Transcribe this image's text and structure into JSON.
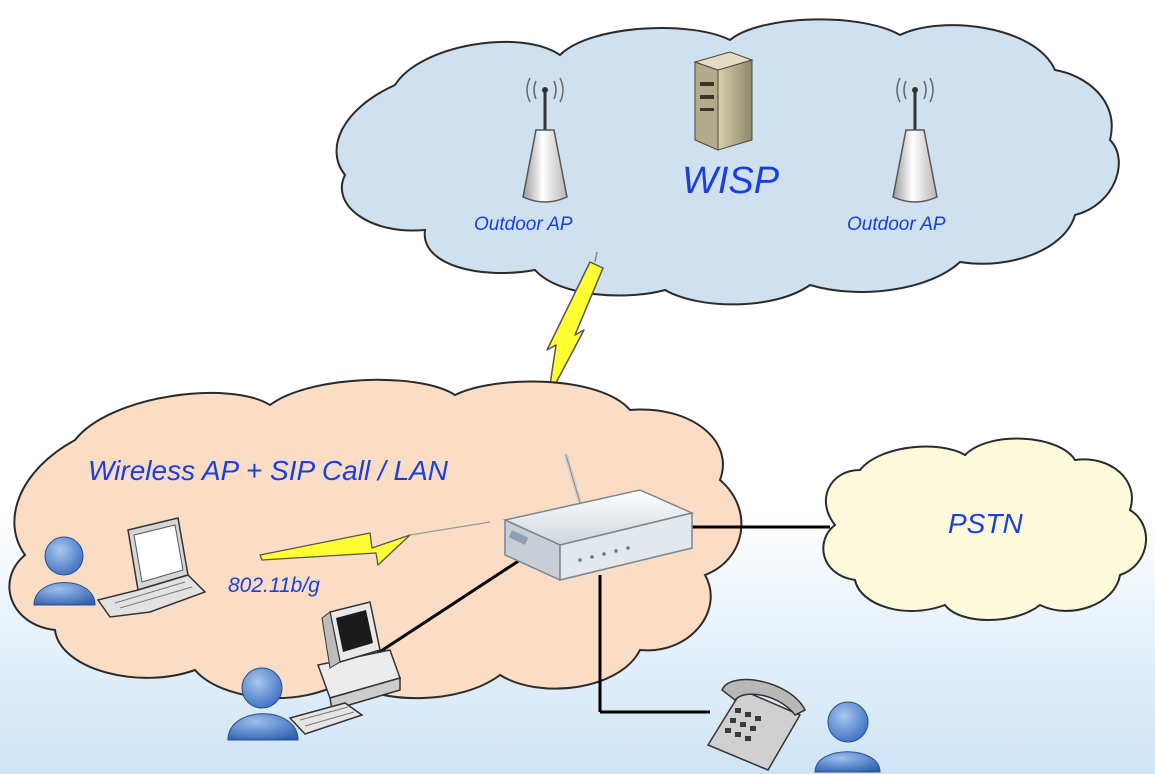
{
  "wisp": {
    "title": "WISP",
    "left_ap_label": "Outdoor AP",
    "right_ap_label": "Outdoor AP"
  },
  "lan": {
    "title": "Wireless AP + SIP Call / LAN",
    "wireless_standard": "802.11b/g"
  },
  "pstn": {
    "title": "PSTN"
  },
  "colors": {
    "wisp_cloud": "#cfe0ef",
    "lan_cloud": "#fbdcc4",
    "pstn_cloud": "#fdfbdc",
    "label_text": "#1a3fe0",
    "lightning": "#ffff33",
    "user_icon": "#5a8fd8"
  },
  "icons": [
    "antenna-icon",
    "server-icon",
    "router-icon",
    "laptop-icon",
    "desktop-computer-icon",
    "keyboard-icon",
    "telephone-icon",
    "user-icon",
    "lightning-link-icon"
  ]
}
